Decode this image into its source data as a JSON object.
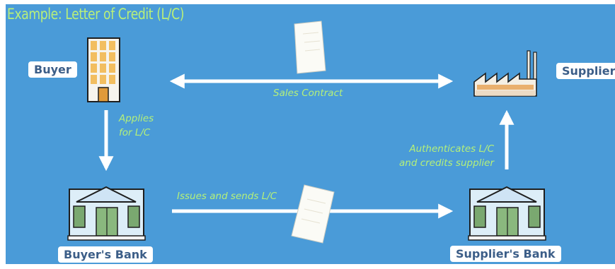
{
  "title": "Example: Letter of Credit (L/C)",
  "parties": {
    "buyer": "Buyer",
    "supplier": "Supplier",
    "buyers_bank": "Buyer's Bank",
    "suppliers_bank": "Supplier's Bank"
  },
  "flows": {
    "sales_contract": "Sales Contract",
    "applies_for_lc": "Applies\nfor L/C",
    "issues_and_sends_lc": "Issues and sends L/C",
    "authenticates_lc": "Authenticates L/C\nand credits supplier"
  },
  "icons": {
    "buyer": "office-building-icon",
    "supplier": "factory-icon",
    "buyers_bank": "bank-building-icon",
    "suppliers_bank": "bank-building-icon",
    "documents": "document-icon"
  },
  "colors": {
    "background": "#4a9bd8",
    "title": "#b8ef7a",
    "note_text": "#b4f07a",
    "label_text": "#3c5e88",
    "arrows": "#ffffff"
  }
}
